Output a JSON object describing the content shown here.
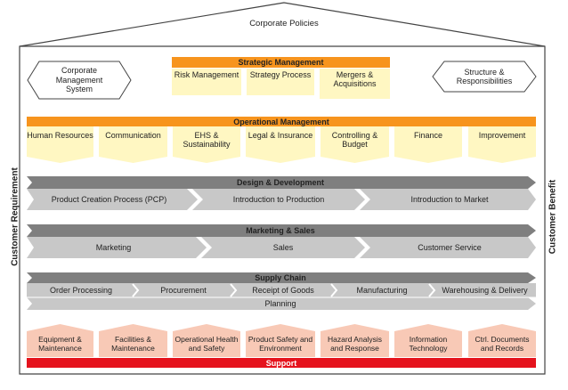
{
  "title": "Corporate Policies",
  "side_labels": {
    "left": "Customer Requirement",
    "right": "Customer Benefit"
  },
  "corner_boxes": {
    "left": "Corporate Management System",
    "right": "Structure & Responsibilities"
  },
  "strategic": {
    "header": "Strategic Management",
    "items": [
      "Risk Management",
      "Strategy Process",
      "Mergers & Acquisitions"
    ]
  },
  "operational": {
    "header": "Operational Management",
    "items": [
      "Human Resources",
      "Communication",
      "EHS & Sustainability",
      "Legal & Insurance",
      "Controlling & Budget",
      "Finance",
      "Improvement"
    ]
  },
  "design": {
    "header": "Design & Development",
    "items": [
      "Product Creation Process (PCP)",
      "Introduction to Production",
      "Introduction to Market"
    ]
  },
  "marketing": {
    "header": "Marketing & Sales",
    "items": [
      "Marketing",
      "Sales",
      "Customer Service"
    ]
  },
  "supply": {
    "header": "Supply Chain",
    "items": [
      "Order Processing",
      "Procurement",
      "Receipt of Goods",
      "Manufacturing",
      "Warehousing & Delivery"
    ],
    "footer": "Planning"
  },
  "support": {
    "header": "Support",
    "items": [
      "Equipment & Maintenance",
      "Facilities & Maintenance",
      "Operational Health and Safety",
      "Product Safety and Environment",
      "Hazard Analysis and Response",
      "Information Technology",
      "Ctrl. Documents and Records"
    ]
  },
  "colors": {
    "orange": "#f7941d",
    "red": "#e5131d",
    "yellow": "#fff7c2",
    "salmon": "#f8c9b6",
    "gray_dark": "#7f7f7f",
    "gray_light": "#c8c8c8"
  }
}
